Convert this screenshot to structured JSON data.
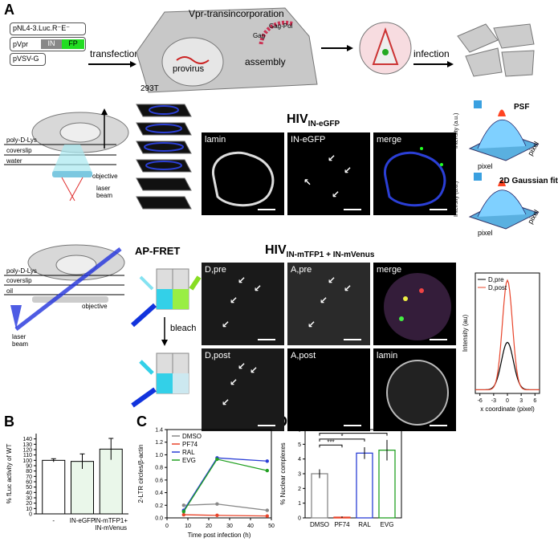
{
  "panels": {
    "A": "A",
    "B": "B",
    "C": "C",
    "D": "D"
  },
  "schematic": {
    "plasmid1": "pNL4-3.Luc.R⁻E⁻",
    "plasmid2_prefix": "pVpr",
    "plasmid2_in": "IN",
    "plasmid2_fp": "FP",
    "plasmid3": "pVSV-G",
    "transfection": "transfection",
    "title": "Vpr-transincorporation",
    "provirus": "provirus",
    "assembly": "assembly",
    "gag": "Gag",
    "gagpol": "Gag-Pol",
    "cell": "293T",
    "infection": "infection"
  },
  "setup1": {
    "polydlys": "poly-D-Lys",
    "coverslip": "coverslip",
    "water": "water",
    "objective": "objective",
    "laser": "laser beam"
  },
  "setup2": {
    "polydlys": "poly-D-Lys",
    "coverslip": "coverslip",
    "oil": "oil",
    "objective": "objective",
    "laser": "laser beam"
  },
  "hiv1": {
    "title": "HIV",
    "sub": "IN-eGFP",
    "p1": "lamin",
    "p2": "IN-eGFP",
    "p3": "merge"
  },
  "psf": {
    "l1": "PSF",
    "l2": "2D Gaussian fit",
    "zlabel": "Intensity (a.u.)",
    "xlabel": "pixel",
    "ylabel": "pixel"
  },
  "apfret": {
    "title": "AP-FRET",
    "bleach": "bleach"
  },
  "hiv2": {
    "title": "HIV",
    "sub": "IN-mTFP1 + IN-mVenus",
    "p1": "D,pre",
    "p2": "A,pre",
    "p3": "merge",
    "p4": "D,post",
    "p5": "A,post",
    "p6": "lamin"
  },
  "colors": {
    "blue": "#2b3fd6",
    "red": "#e8442a",
    "green": "#22a022",
    "gray": "#888888"
  },
  "chart_data": [
    {
      "type": "line",
      "panel": "A",
      "xlabel": "x coordinate (pixel)",
      "ylabel": "Intensity (au)",
      "x_ticks": [
        -6,
        -3,
        0,
        3,
        6
      ],
      "xlim": [
        -7,
        7
      ],
      "ylim": [
        0,
        330
      ],
      "legend": "top-right",
      "series": [
        {
          "name": "D,pre",
          "color": "#000000"
        },
        {
          "name": "D,post",
          "color": "#e8442a"
        }
      ]
    },
    {
      "type": "bar",
      "panel": "B",
      "ylabel": "% fLuc activity of WT",
      "categories": [
        "-",
        "IN-eGFP",
        "IN-mTFP1+\nIN-mVenus"
      ],
      "values": [
        100,
        98,
        121
      ],
      "errors": [
        3,
        14,
        20
      ],
      "ylim": [
        0,
        150
      ],
      "y_ticks": [
        0,
        10,
        20,
        30,
        40,
        50,
        60,
        70,
        80,
        90,
        100,
        110,
        120,
        130,
        140
      ]
    },
    {
      "type": "line",
      "panel": "C",
      "xlabel": "Time post infection (h)",
      "ylabel": "2-LTR circles/β-actin",
      "x": [
        8,
        24,
        48
      ],
      "xlim": [
        0,
        50
      ],
      "ylim": [
        0,
        1.4
      ],
      "x_ticks": [
        0,
        10,
        20,
        30,
        40,
        50
      ],
      "y_ticks": [
        0.0,
        0.2,
        0.4,
        0.6,
        0.8,
        1.0,
        1.2,
        1.4
      ],
      "legend": "top-left",
      "series": [
        {
          "name": "DMSO",
          "color": "#888888",
          "values": [
            0.2,
            0.22,
            0.12
          ]
        },
        {
          "name": "PF74",
          "color": "#e8442a",
          "values": [
            0.05,
            0.04,
            0.03
          ]
        },
        {
          "name": "RAL",
          "color": "#2b3fd6",
          "values": [
            0.12,
            0.95,
            0.9
          ]
        },
        {
          "name": "EVG",
          "color": "#22a022",
          "values": [
            0.1,
            0.93,
            0.75
          ]
        }
      ]
    },
    {
      "type": "bar",
      "panel": "D",
      "ylabel": "% Nuclear complexes",
      "categories": [
        "DMSO",
        "PF74",
        "RAL",
        "EVG"
      ],
      "values": [
        3.0,
        0.05,
        4.4,
        4.6
      ],
      "errors": [
        0.3,
        0.05,
        0.4,
        0.7
      ],
      "colors": [
        "#888888",
        "#e8442a",
        "#2b3fd6",
        "#22a022"
      ],
      "ylim": [
        0,
        6
      ],
      "y_ticks": [
        0,
        1,
        2,
        3,
        4,
        5,
        6
      ],
      "significance": [
        "***",
        "*",
        "*"
      ]
    }
  ]
}
